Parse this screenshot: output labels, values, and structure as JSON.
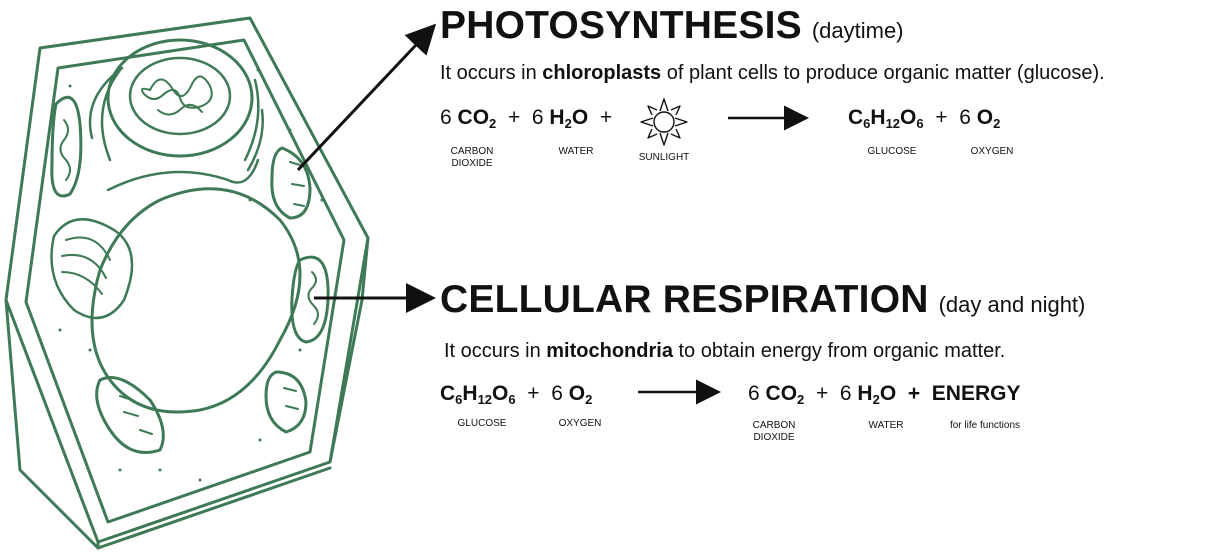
{
  "photosynthesis": {
    "title": "PHOTOSYNTHESIS",
    "period": "(daytime)",
    "desc_prefix": "It occurs in ",
    "desc_bold": "chloroplasts",
    "desc_suffix": " of plant cells to produce organic matter (glucose).",
    "reactants": {
      "co2_coef": "6",
      "co2_c": "CO",
      "co2_sub": "2",
      "plus1": "+",
      "h2o_coef": "6",
      "h2o_h": "H",
      "h2o_sub": "2",
      "h2o_o": "O",
      "plus2": "+"
    },
    "products": {
      "glu_c": "C",
      "glu_c_sub": "6",
      "glu_h": "H",
      "glu_h_sub": "12",
      "glu_o": "O",
      "glu_o_sub": "6",
      "plus": "+",
      "o2_coef": "6",
      "o2_o": "O",
      "o2_sub": "2"
    },
    "labels": {
      "carbon_dioxide": "CARBON DIOXIDE",
      "water": "WATER",
      "sunlight": "SUNLIGHT",
      "glucose": "GLUCOSE",
      "oxygen": "OXYGEN"
    }
  },
  "respiration": {
    "title": "CELLULAR RESPIRATION",
    "period": "(day and night)",
    "desc_prefix": "It occurs in ",
    "desc_bold": "mitochondria",
    "desc_suffix": " to obtain energy from organic matter.",
    "reactants": {
      "glu_c": "C",
      "glu_c_sub": "6",
      "glu_h": "H",
      "glu_h_sub": "12",
      "glu_o": "O",
      "glu_o_sub": "6",
      "plus": "+",
      "o2_coef": "6",
      "o2_o": "O",
      "o2_sub": "2"
    },
    "products": {
      "co2_coef": "6",
      "co2_c": "CO",
      "co2_sub": "2",
      "plus1": "+",
      "h2o_coef": "6",
      "h2o_h": "H",
      "h2o_sub": "2",
      "h2o_o": "O",
      "plus2": "+",
      "energy": "ENERGY"
    },
    "labels": {
      "glucose": "GLUCOSE",
      "oxygen": "OXYGEN",
      "carbon_dioxide": "CARBON DIOXIDE",
      "water": "WATER",
      "energy_note": "for life functions"
    }
  },
  "colors": {
    "cell_outline": "#3d7a55",
    "ink": "#111111"
  }
}
